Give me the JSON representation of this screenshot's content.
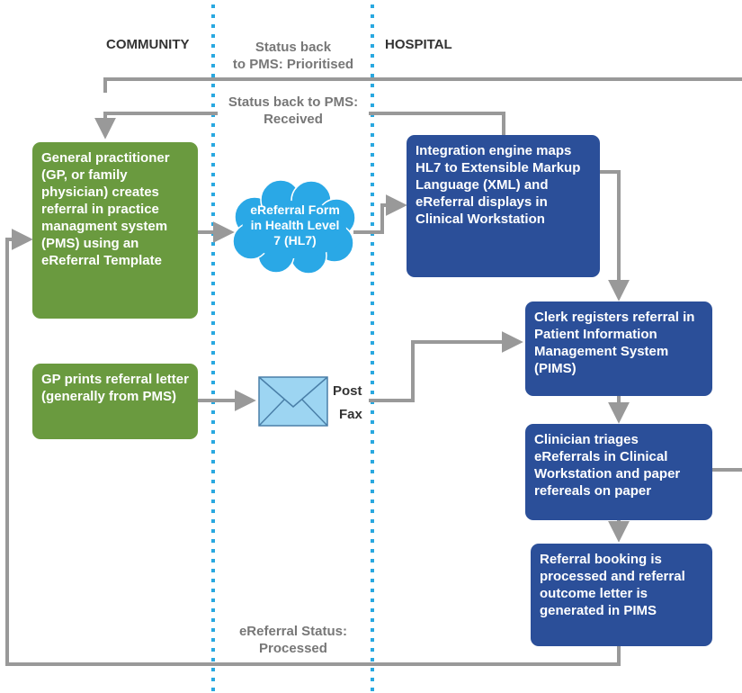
{
  "headers": {
    "community": "COMMUNITY",
    "hospital": "HOSPITAL"
  },
  "status_labels": {
    "prioritised": "Status back\nto PMS: Prioritised",
    "received": "Status back to PMS:\nReceived",
    "processed": "eReferral Status:\nProcessed"
  },
  "boxes": {
    "gp_creates": "General practitioner (GP, or family physician) creates referral in practice managment system (PMS) using an eReferral Template",
    "gp_prints": "GP prints referral letter (generally from PMS)",
    "integration": "Integration engine maps HL7 to Extensible Markup Language (XML) and eReferral displays in Clinical Workstation",
    "clerk": "Clerk registers referral in Patient Information Management System (PIMS)",
    "clinician": "Clinician triages eReferrals in Clinical Workstation and paper refereals on paper",
    "booking": "Referral booking is processed and referral outcome letter is generated in PIMS"
  },
  "cloud": "eReferral Form in Health Level 7 (HL7)",
  "envelope": {
    "post": "Post",
    "fax": "Fax"
  },
  "colors": {
    "green": "#6a9a3f",
    "blue": "#2b4f99",
    "divider": "#29a8e0",
    "connector": "#999999",
    "cloud": "#2aa8e6",
    "envelope": "#9dd5f2"
  }
}
